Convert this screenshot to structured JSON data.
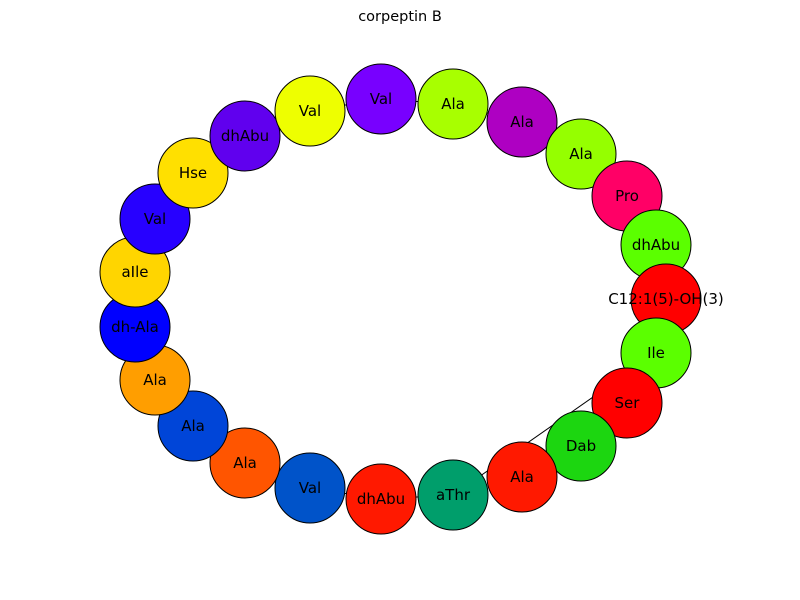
{
  "title": "corpeptin B",
  "nodes": [
    {
      "id": "n1",
      "label": "Val",
      "color": "#7800ff"
    },
    {
      "id": "n2",
      "label": "Ala",
      "color": "#a8ff00"
    },
    {
      "id": "n3",
      "label": "Ala",
      "color": "#ae00c2"
    },
    {
      "id": "n4",
      "label": "Ala",
      "color": "#95ff00"
    },
    {
      "id": "n5",
      "label": "Pro",
      "color": "#ff0066"
    },
    {
      "id": "n6",
      "label": "dhAbu",
      "color": "#5bff00"
    },
    {
      "id": "n7",
      "label": "C12:1(5)-OH(3)",
      "color": "#ff0000"
    },
    {
      "id": "n8",
      "label": "Ile",
      "color": "#5bff00"
    },
    {
      "id": "n9",
      "label": "Ser",
      "color": "#ff0000"
    },
    {
      "id": "n10",
      "label": "Dab",
      "color": "#1cd610"
    },
    {
      "id": "n11",
      "label": "Ala",
      "color": "#ff1900"
    },
    {
      "id": "n12",
      "label": "aThr",
      "color": "#009e6b"
    },
    {
      "id": "n13",
      "label": "dhAbu",
      "color": "#ff1900"
    },
    {
      "id": "n14",
      "label": "Val",
      "color": "#0053c9"
    },
    {
      "id": "n15",
      "label": "Ala",
      "color": "#ff5500"
    },
    {
      "id": "n16",
      "label": "Ala",
      "color": "#0045d8"
    },
    {
      "id": "n17",
      "label": "Ala",
      "color": "#ff9e00"
    },
    {
      "id": "n18",
      "label": "dh-Ala",
      "color": "#0000ff"
    },
    {
      "id": "n19",
      "label": "aIle",
      "color": "#ffd500"
    },
    {
      "id": "n20",
      "label": "Val",
      "color": "#2700ff"
    },
    {
      "id": "n21",
      "label": "Hse",
      "color": "#ffe000"
    },
    {
      "id": "n22",
      "label": "dhAbu",
      "color": "#6000ee"
    },
    {
      "id": "n23",
      "label": "Val",
      "color": "#eeff00"
    }
  ],
  "edges": [
    [
      "n23",
      "n1"
    ],
    [
      "n1",
      "n2"
    ],
    [
      "n2",
      "n3"
    ],
    [
      "n3",
      "n4"
    ],
    [
      "n4",
      "n5"
    ],
    [
      "n5",
      "n6"
    ],
    [
      "n6",
      "n7"
    ],
    [
      "n7",
      "n8"
    ],
    [
      "n8",
      "n12"
    ],
    [
      "n12",
      "n13"
    ],
    [
      "n13",
      "n14"
    ],
    [
      "n9",
      "n10"
    ],
    [
      "n10",
      "n11"
    ]
  ]
}
